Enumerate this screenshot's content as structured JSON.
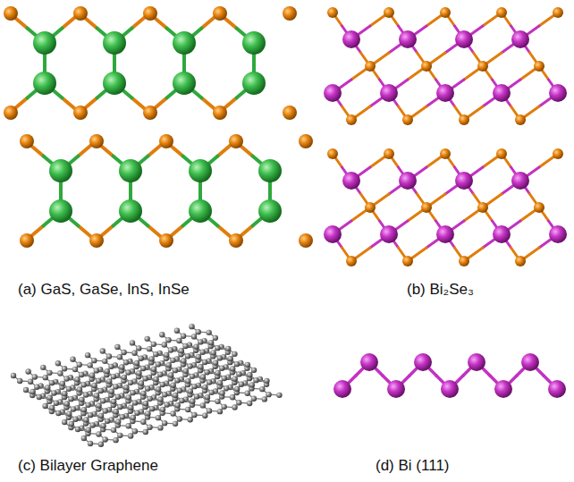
{
  "diagram": {
    "labels": [
      "(a) GaS, GaSe, InS, InSe",
      "(b) Bi₂Se₃",
      "(c) Bilayer Graphene",
      "(d) Bi (111)"
    ]
  }
}
